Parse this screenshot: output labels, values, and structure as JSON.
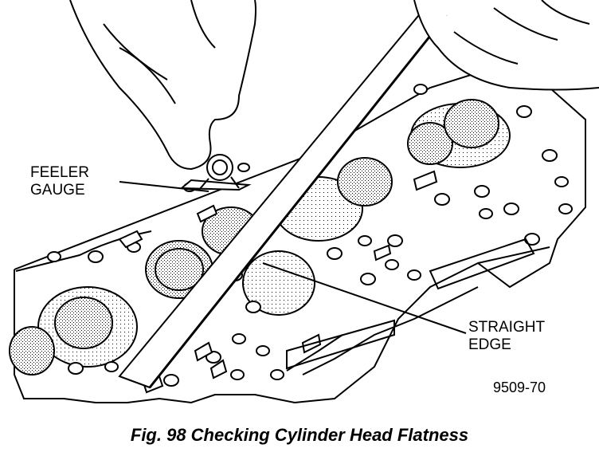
{
  "figure": {
    "callouts": {
      "feeler_gauge": [
        "FEELER",
        "GAUGE"
      ],
      "straight_edge": [
        "STRAIGHT",
        "EDGE"
      ]
    },
    "figure_number": "9509-70",
    "caption": "Fig. 98 Checking Cylinder Head Flatness"
  }
}
